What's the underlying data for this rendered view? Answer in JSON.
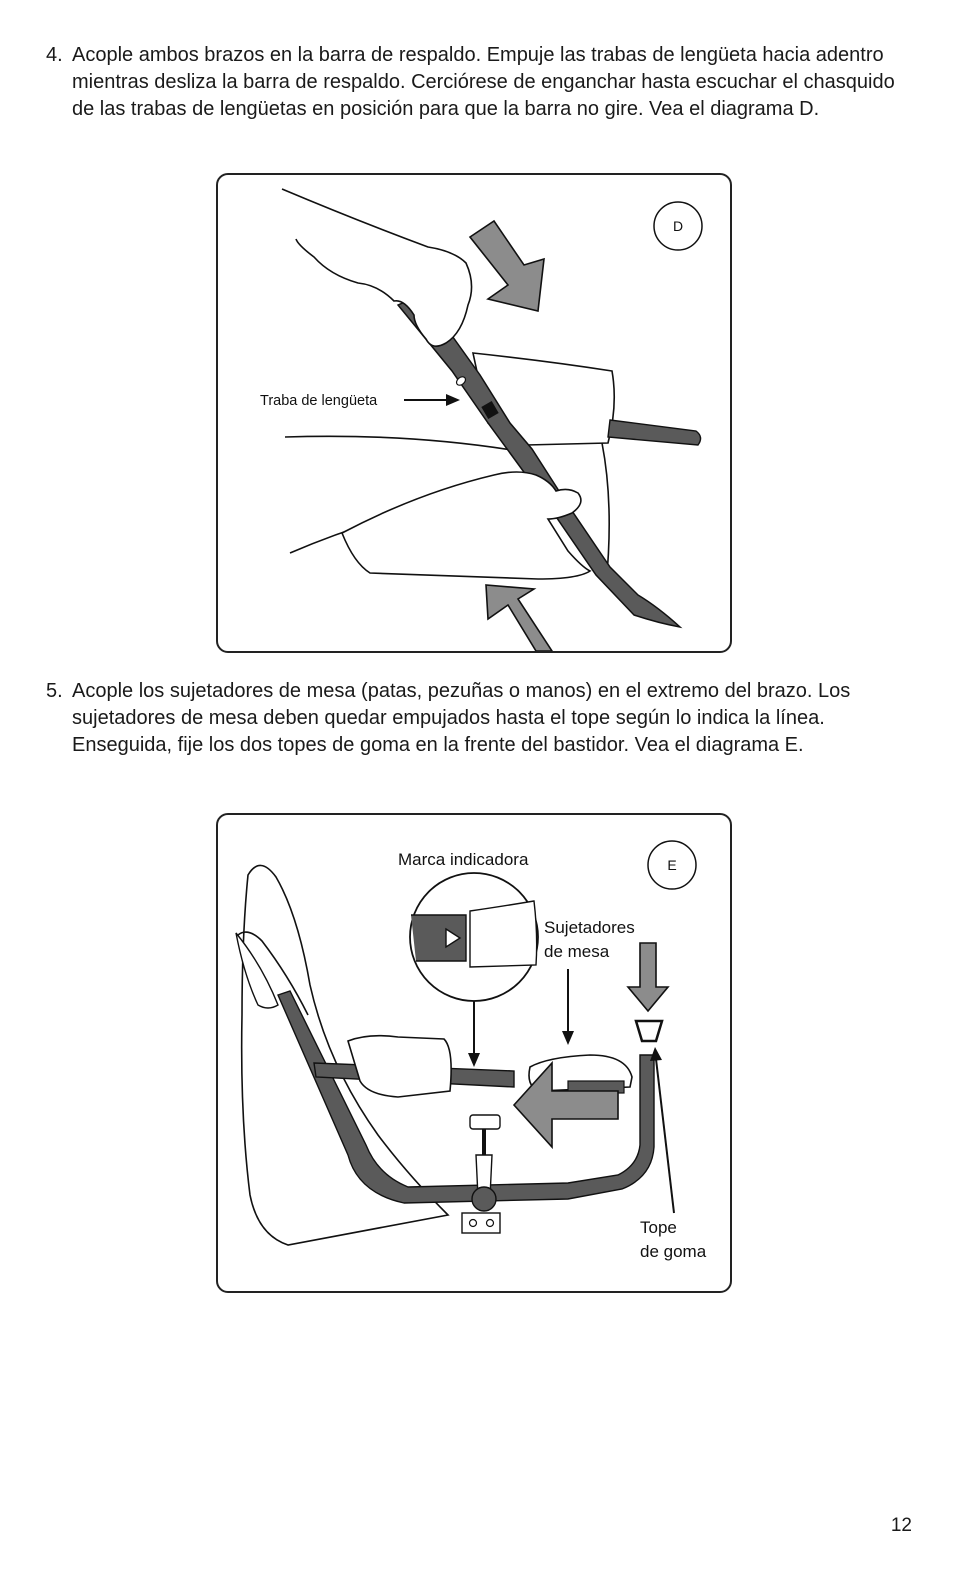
{
  "steps": [
    {
      "number": "4.",
      "text": "Acople ambos brazos en la barra de respaldo. Empuje las trabas de lengüeta hacia adentro mientras desliza la barra de respaldo. Cerciórese de enganchar hasta escuchar el chasquido de las trabas de lengüetas en posición para que la barra no gire. Vea el diagrama D."
    },
    {
      "number": "5.",
      "text": "Acople los sujetadores de mesa (patas, pezuñas o manos) en el extremo del brazo. Los sujetadores de mesa deben quedar empujados hasta el tope según lo indica la línea. Enseguida, fije los dos topes de goma en la frente del bastidor. Vea el diagrama E."
    }
  ],
  "diagram_d": {
    "badge": "D",
    "label_latch": "Traba de lengüeta"
  },
  "diagram_e": {
    "badge": "E",
    "label_mark": "Marca indicadora",
    "label_clamps_line1": "Sujetadores",
    "label_clamps_line2": "de mesa",
    "label_stop_line1": "Tope",
    "label_stop_line2": "de goma"
  },
  "page_number": "12",
  "colors": {
    "frame_gray": "#5a5a5a",
    "arrow_gray": "#8c8c8c",
    "outline": "#111111"
  }
}
